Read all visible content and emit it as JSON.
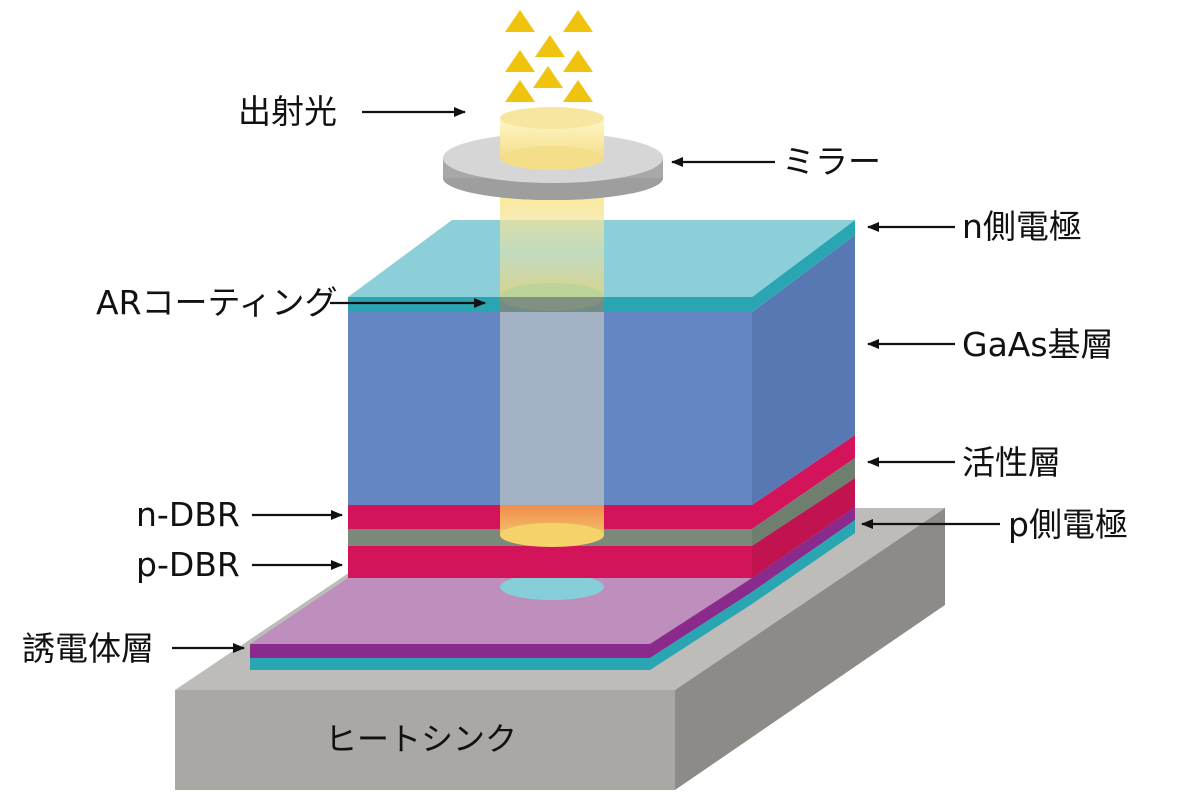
{
  "labels": {
    "emitted_light": "出射光",
    "mirror": "ミラー",
    "n_electrode": "n側電極",
    "ar_coating": "ARコーティング",
    "gaas_substrate": "GaAs基層",
    "active_layer": "活性層",
    "n_dbr": "n-DBR",
    "p_electrode": "p側電極",
    "p_dbr": "p-DBR",
    "dielectric_layer": "誘電体層",
    "heat_sink": "ヒートシンク"
  },
  "colors": {
    "heat_sink_top": "#bdbcb8",
    "heat_sink_front": "#a9a8a4",
    "heat_sink_side": "#8c8b87",
    "electrode_top": "#8ccfd9",
    "electrode_side": "#2aa6b3",
    "substrate_front": "#6487c4",
    "substrate_side": "#5878b3",
    "dbr": "#d4145a",
    "active": "#7a8a7a",
    "dielectric": "#be8fbc",
    "dielectric_edge": "#8a2a8c",
    "light": "#f7e37a",
    "light_orange": "#f08a3c",
    "emitted_triangles": "#f0c30f",
    "mirror_top": "#d6d6d6",
    "mirror_edge": "#9e9e9e"
  }
}
